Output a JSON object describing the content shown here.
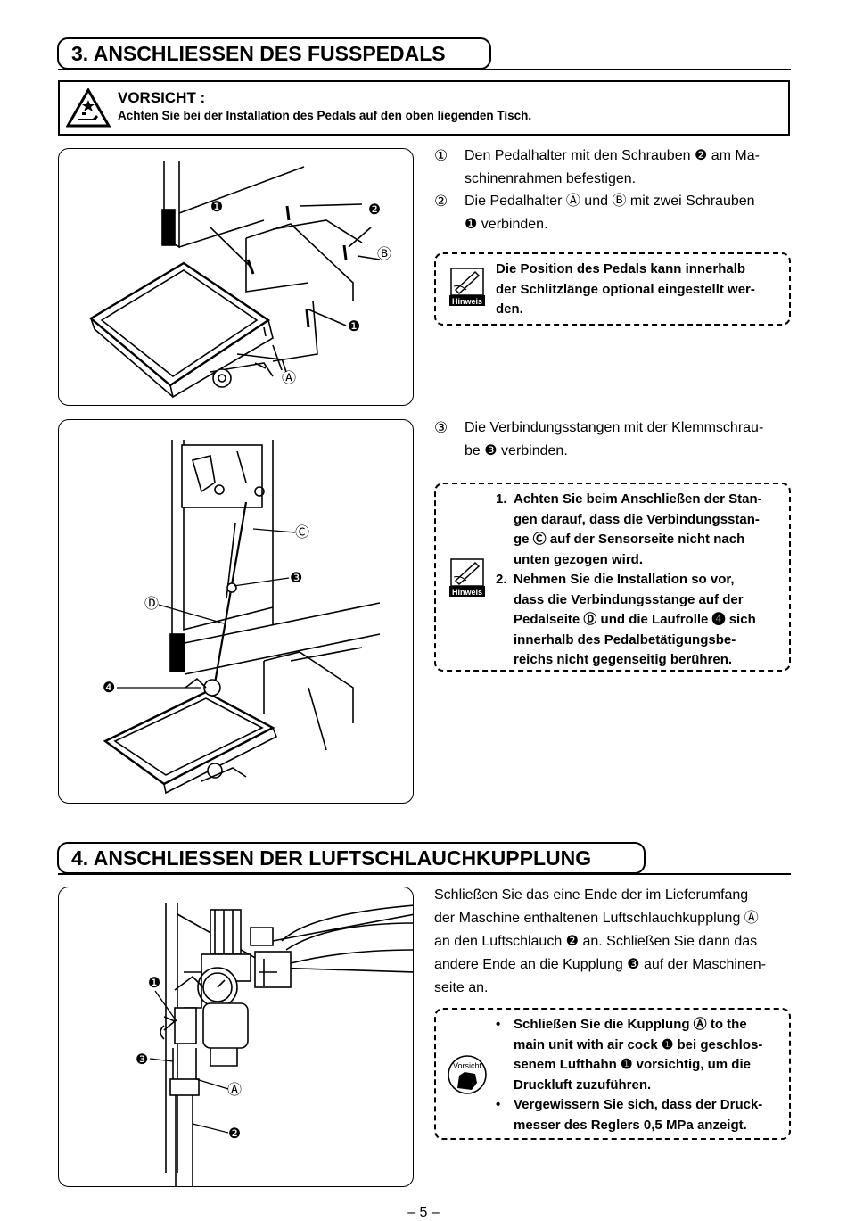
{
  "section3": {
    "title": "3. ANSCHLIESSEN DES FUSSPEDALS",
    "caution": {
      "title": "VORSICHT :",
      "text": "Achten Sie bei der Installation des Pedals auf den oben liegenden Tisch."
    },
    "steps": [
      {
        "num": "①",
        "parts": [
          "Den Pedalhalter mit den Schrauben ",
          "❷",
          " am Ma-",
          "schinenrahmen befestigen."
        ]
      },
      {
        "num": "②",
        "parts": [
          "Die Pedalhalter ",
          "Ⓐ",
          " und ",
          "Ⓑ",
          " mit zwei Schrauben",
          "❶",
          " verbinden."
        ]
      },
      {
        "num": "③",
        "parts": [
          "Die Verbindungsstangen mit der Klemmschrau-",
          "be ",
          "❸",
          " verbinden."
        ]
      }
    ],
    "note1": {
      "icon_label": "Hinweis",
      "lines": [
        "Die Position des Pedals kann innerhalb",
        "der Schlitzlänge optional eingestellt wer-",
        "den."
      ]
    },
    "note2": {
      "icon_label": "Hinweis",
      "items": [
        {
          "n": "1.",
          "lines": [
            "Achten Sie beim Anschließen der Stan-",
            "gen darauf, dass die Verbindungsstan-",
            "ge Ⓒ auf der Sensorseite nicht nach",
            "unten gezogen wird."
          ]
        },
        {
          "n": "2.",
          "lines": [
            "Nehmen Sie die Installation so vor,",
            "dass die Verbindungsstange auf der",
            "Pedalseite Ⓓ und die Laufrolle ❹ sich",
            "innerhalb des Pedalbetätigungsbe-",
            "reichs nicht gegenseitig berühren."
          ]
        }
      ]
    },
    "fig1_labels": {
      "l1": "❶",
      "l2": "❷",
      "lB": "Ⓑ",
      "l1b": "❶",
      "lA": "Ⓐ"
    },
    "fig2_labels": {
      "lC": "Ⓒ",
      "l3": "❸",
      "lD": "Ⓓ",
      "l4": "❹"
    }
  },
  "section4": {
    "title": "4. ANSCHLIESSEN DER LUFTSCHLAUCHKUPPLUNG",
    "paragraph": [
      "Schließen Sie das eine Ende der im Lieferumfang",
      "der Maschine enthaltenen Luftschlauchkupplung Ⓐ",
      "an den Luftschlauch ❷ an. Schließen Sie dann das",
      "andere Ende an die Kupplung ❸ auf der Maschinen-",
      "seite an."
    ],
    "caution": {
      "icon_label": "Vorsicht",
      "items": [
        {
          "n": "•",
          "lines": [
            "Schließen Sie die Kupplung Ⓐ to the",
            "main unit with air cock ❶ bei geschlos-",
            "senem Lufthahn ❶ vorsichtig, um die",
            "Druckluft zuzuführen."
          ]
        },
        {
          "n": "•",
          "lines": [
            "Vergewissern Sie sich, dass der Druck-",
            "messer des Reglers 0,5 MPa anzeigt."
          ]
        }
      ]
    },
    "fig3_labels": {
      "l1": "❶",
      "l3": "❸",
      "lA": "Ⓐ",
      "l2": "❷"
    }
  },
  "page_number": "– 5 –"
}
